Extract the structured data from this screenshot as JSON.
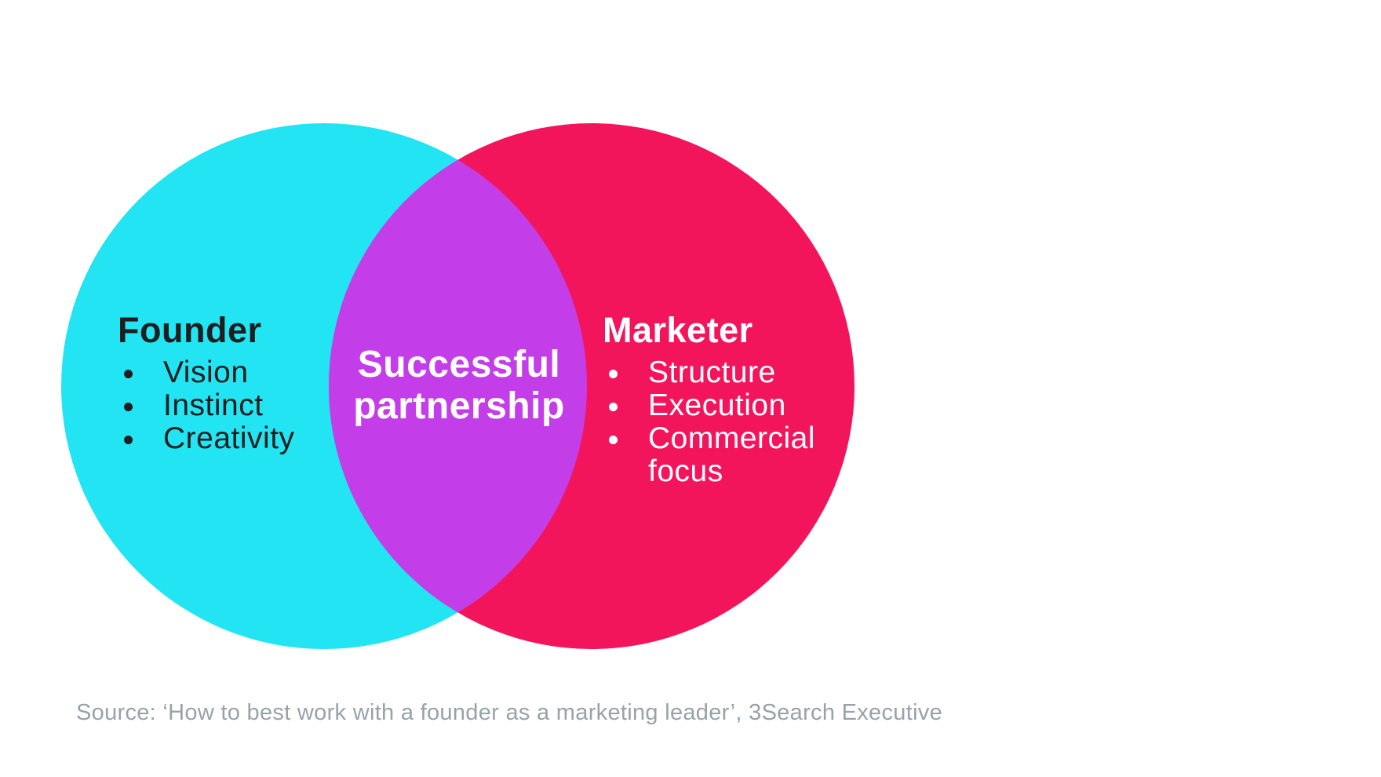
{
  "colors": {
    "founder_circle": "#22e4f2",
    "marketer_circle": "#f3155c",
    "overlap_region": "#c33ee8",
    "dark_text": "#1e1e1e",
    "light_text": "#ffffff",
    "source_text": "#98a2a8"
  },
  "venn": {
    "founder": {
      "title": "Founder",
      "items": [
        "Vision",
        "Instinct",
        "Creativity"
      ]
    },
    "marketer": {
      "title": "Marketer",
      "items": [
        "Structure",
        "Execution",
        "Commercial focus"
      ]
    },
    "overlap": {
      "line1": "Successful",
      "line2": "partnership"
    }
  },
  "source": {
    "text": "Source: ‘How to best work with a founder as a marketing leader’, 3Search Executive"
  }
}
